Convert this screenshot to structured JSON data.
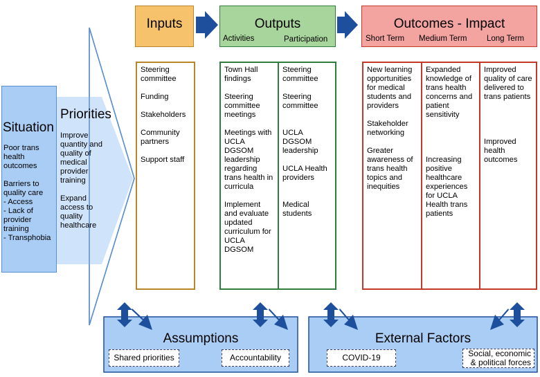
{
  "colors": {
    "inputs": "#f6c26b",
    "inputs_border": "#b8862a",
    "outputs": "#a8d59b",
    "outputs_border": "#2e7d3c",
    "outcomes": "#f3a3a0",
    "outcomes_border": "#c0392b",
    "situation": "#a9cdf4",
    "arrow": "#1d4f9c",
    "bottom_box": "#a9cdf4"
  },
  "situation": {
    "title": "Situation",
    "items": [
      "Poor trans health outcomes",
      "Barriers to quality care",
      "- Access",
      "- Lack of provider training",
      "- Transphobia"
    ]
  },
  "priorities": {
    "title": "Priorities",
    "items": [
      "Improve quantity and quality of medical provider training",
      "Expand access to quality healthcare"
    ]
  },
  "headers": {
    "inputs": "Inputs",
    "outputs": "Outputs",
    "outputs_sub": [
      "Activities",
      "Participation"
    ],
    "outcomes": "Outcomes - Impact",
    "outcomes_sub": [
      "Short Term",
      "Medium Term",
      "Long Term"
    ]
  },
  "columns": {
    "inputs": [
      "Steering committee",
      "Funding",
      "Stakeholders",
      "Community partners",
      "Support staff"
    ],
    "activities": [
      "Town Hall findings",
      "Steering committee meetings",
      "Meetings with UCLA DGSOM leadership regarding trans health in curricula",
      "Implement and evaluate updated curriculum for UCLA DGSOM"
    ],
    "participation": [
      "Steering committee",
      "Steering committee",
      "UCLA DGSOM leadership",
      "UCLA Health providers",
      "Medical students"
    ],
    "short_term": [
      "New learning opportunities for medical students and providers",
      "Stakeholder networking",
      "Greater awareness of trans health topics and inequities"
    ],
    "medium_term": [
      "Expanded knowledge of trans health concerns and patient sensitivity",
      "Increasing positive healthcare experiences for UCLA Health trans patients"
    ],
    "long_term": [
      "Improved quality of care delivered to trans patients",
      "Improved health outcomes"
    ]
  },
  "assumptions": {
    "title": "Assumptions",
    "items": [
      "Shared priorities",
      "Accountability"
    ]
  },
  "external": {
    "title": "External Factors",
    "items": [
      "COVID-19",
      "Social, economic & political forces"
    ]
  }
}
